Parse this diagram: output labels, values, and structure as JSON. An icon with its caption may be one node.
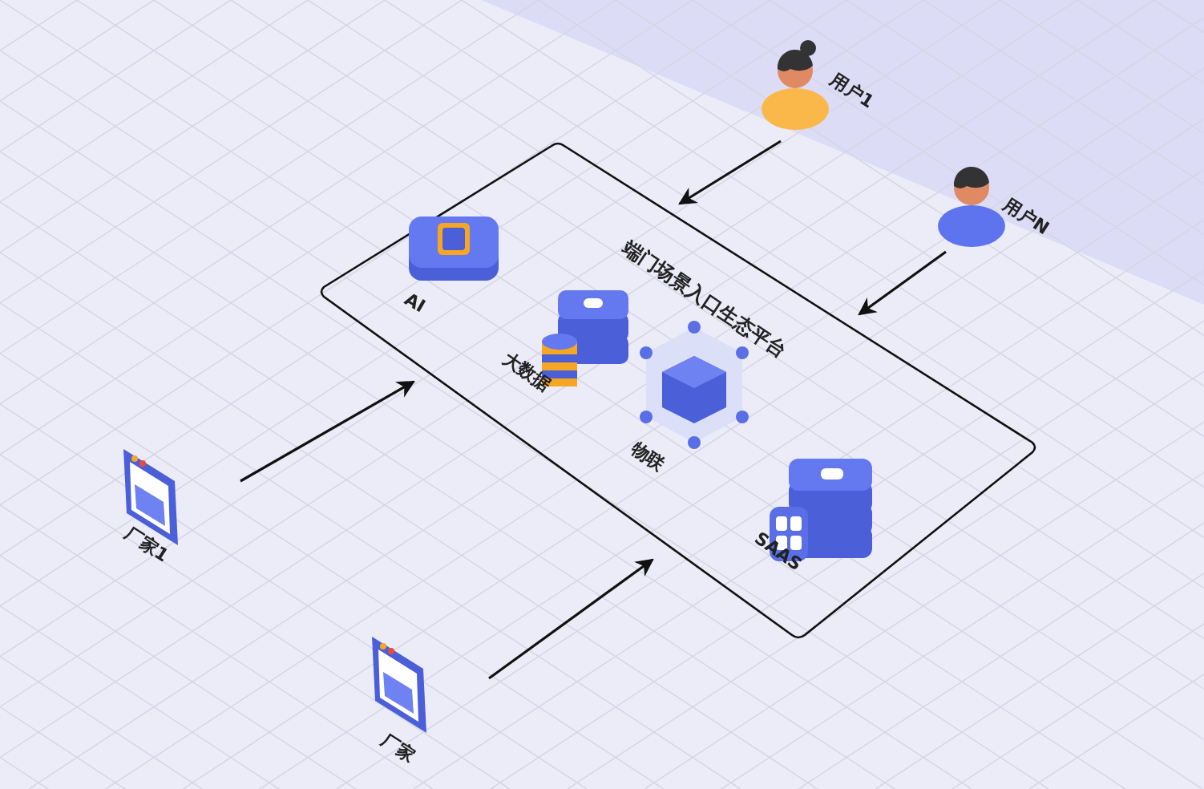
{
  "diagram": {
    "nodes": [
      {
        "text": [
          "端门场景入口生态平台"
        ]
      },
      {
        "text": [
          "AI"
        ],
        "in": 0
      },
      {
        "text": [
          "大数据"
        ],
        "in": 0
      },
      {
        "text": [
          "物联"
        ],
        "in": 0
      },
      {
        "text": [
          "SAAS"
        ],
        "in": 0
      },
      {
        "text": [
          "用户1"
        ]
      },
      {
        "text": [
          "用户N"
        ]
      },
      {
        "text": [
          "厂家1"
        ]
      },
      {
        "text": [
          "厂家"
        ]
      }
    ],
    "edges": [
      {
        "from": 5,
        "to": 0,
        "arrow": "to"
      },
      {
        "from": 6,
        "to": 0,
        "arrow": "to"
      },
      {
        "from": 7,
        "to": 0,
        "arrow": "to"
      },
      {
        "from": 8,
        "to": 0,
        "arrow": "to"
      }
    ]
  }
}
